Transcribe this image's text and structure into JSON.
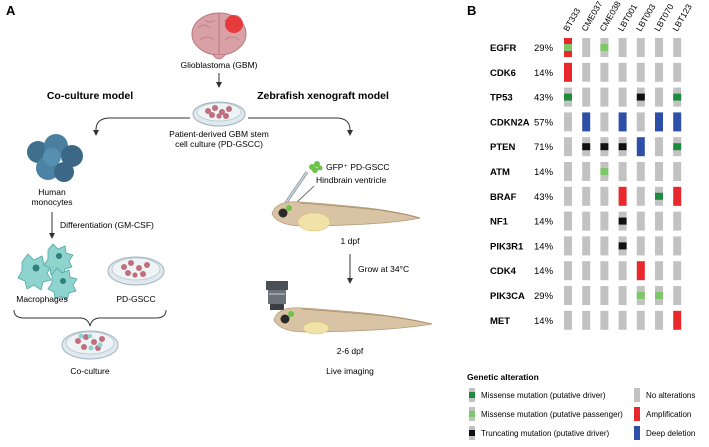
{
  "panel_a": {
    "letter": "A",
    "gbm_label": "Glioblastoma (GBM)",
    "coculture_title": "Co-culture model",
    "zebrafish_title": "Zebrafish xenograft model",
    "pdgscc_label_line1": "Patient-derived GBM stem",
    "pdgscc_label_line2": "cell culture (PD-GSCC)",
    "monocytes_line1": "Human",
    "monocytes_line2": "monocytes",
    "differentiation": "Differentiation (GM-CSF)",
    "macrophages": "Macrophages",
    "pdgscc_short": "PD-GSCC",
    "coculture": "Co-culture",
    "gfp_label": "GFP⁺ PD-GSCC",
    "hindbrain": "Hindbrain ventricle",
    "dpf1": "1 dpf",
    "grow": "Grow at 34°C",
    "dpf2": "2-6 dpf",
    "live_imaging": "Live imaging"
  },
  "panel_b": {
    "letter": "B",
    "samples": [
      "BT333",
      "CME037",
      "CME038",
      "LBT001",
      "LBT003",
      "LBT070",
      "LBT123"
    ],
    "genes": [
      {
        "name": "EGFR",
        "pct": "29%",
        "cells": [
          "amp+passenger",
          "none",
          "passenger",
          "none",
          "none",
          "none",
          "none"
        ]
      },
      {
        "name": "CDK6",
        "pct": "14%",
        "cells": [
          "amp",
          "none",
          "none",
          "none",
          "none",
          "none",
          "none"
        ]
      },
      {
        "name": "TP53",
        "pct": "43%",
        "cells": [
          "driver",
          "none",
          "none",
          "none",
          "trunc",
          "none",
          "driver"
        ]
      },
      {
        "name": "CDKN2A",
        "pct": "57%",
        "cells": [
          "none",
          "del",
          "none",
          "del",
          "none",
          "del",
          "del"
        ]
      },
      {
        "name": "PTEN",
        "pct": "71%",
        "cells": [
          "none",
          "trunc",
          "trunc",
          "trunc",
          "del",
          "none",
          "driver"
        ]
      },
      {
        "name": "ATM",
        "pct": "14%",
        "cells": [
          "none",
          "none",
          "passenger",
          "none",
          "none",
          "none",
          "none"
        ]
      },
      {
        "name": "BRAF",
        "pct": "43%",
        "cells": [
          "none",
          "none",
          "none",
          "amp",
          "none",
          "driver",
          "amp"
        ]
      },
      {
        "name": "NF1",
        "pct": "14%",
        "cells": [
          "none",
          "none",
          "none",
          "trunc",
          "none",
          "none",
          "none"
        ]
      },
      {
        "name": "PIK3R1",
        "pct": "14%",
        "cells": [
          "none",
          "none",
          "none",
          "trunc",
          "none",
          "none",
          "none"
        ]
      },
      {
        "name": "CDK4",
        "pct": "14%",
        "cells": [
          "none",
          "none",
          "none",
          "none",
          "amp",
          "none",
          "none"
        ]
      },
      {
        "name": "PIK3CA",
        "pct": "29%",
        "cells": [
          "none",
          "none",
          "none",
          "none",
          "passenger",
          "passenger",
          "none"
        ]
      },
      {
        "name": "MET",
        "pct": "14%",
        "cells": [
          "none",
          "none",
          "none",
          "none",
          "none",
          "none",
          "amp"
        ]
      }
    ],
    "legend": {
      "title": "Genetic alteration",
      "driver": "Missense mutation (putative driver)",
      "passenger": "Missense mutation (putative passenger)",
      "trunc": "Truncating mutation (putative driver)",
      "none": "No alterations",
      "amp": "Amplification",
      "del": "Deep deletion"
    },
    "colors": {
      "none": "#c2c2c2",
      "amp": "#e8282a",
      "del": "#2d4fa8",
      "driver": "#1e8a3e",
      "passenger": "#7ec86a",
      "trunc": "#111111"
    }
  }
}
